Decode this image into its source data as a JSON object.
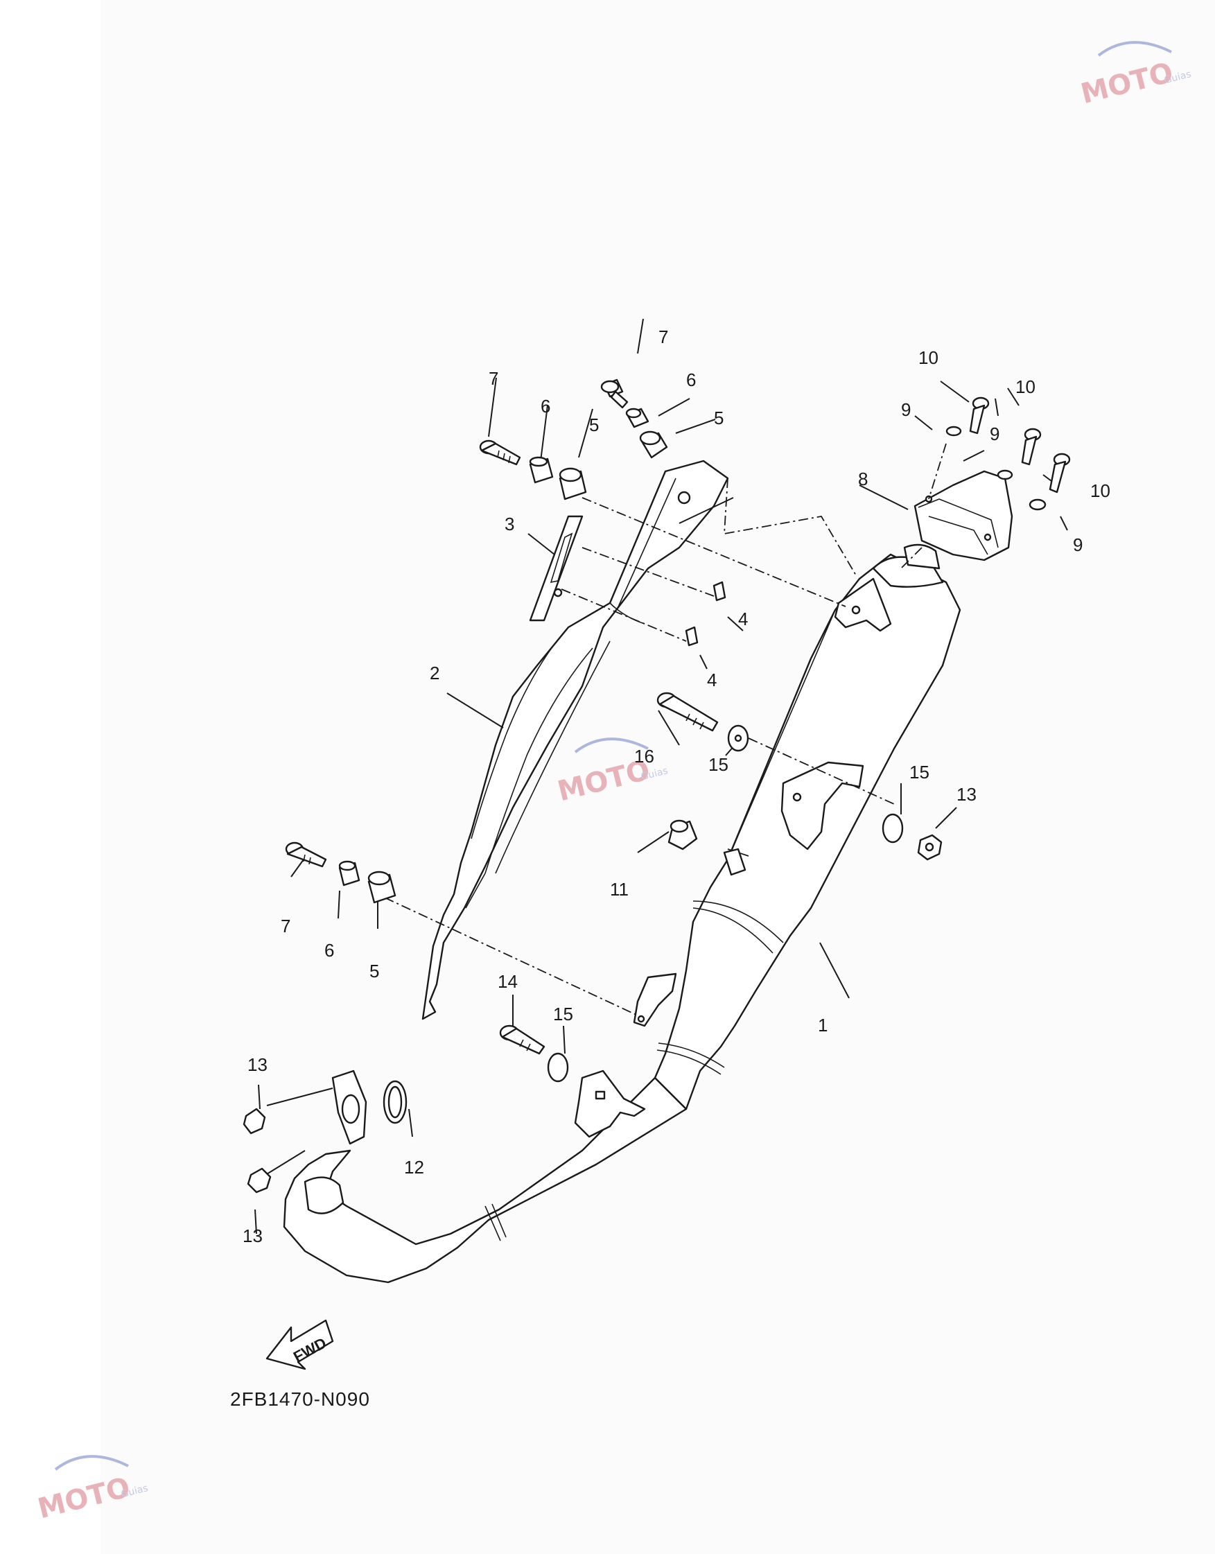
{
  "diagram": {
    "diagram_code": "2FB1470-N090",
    "fwd_label": "FWD",
    "watermark_brand": "MOTO",
    "watermark_suffix": "Guias",
    "callouts": [
      {
        "id": "c1",
        "text": "1"
      },
      {
        "id": "c2",
        "text": "2"
      },
      {
        "id": "c3",
        "text": "3"
      },
      {
        "id": "c4a",
        "text": "4"
      },
      {
        "id": "c4b",
        "text": "4"
      },
      {
        "id": "c5a",
        "text": "5"
      },
      {
        "id": "c5b",
        "text": "5"
      },
      {
        "id": "c5c",
        "text": "5"
      },
      {
        "id": "c6a",
        "text": "6"
      },
      {
        "id": "c6b",
        "text": "6"
      },
      {
        "id": "c6c",
        "text": "6"
      },
      {
        "id": "c7a",
        "text": "7"
      },
      {
        "id": "c7b",
        "text": "7"
      },
      {
        "id": "c7c",
        "text": "7"
      },
      {
        "id": "c8",
        "text": "8"
      },
      {
        "id": "c9a",
        "text": "9"
      },
      {
        "id": "c9b",
        "text": "9"
      },
      {
        "id": "c9c",
        "text": "9"
      },
      {
        "id": "c10a",
        "text": "10"
      },
      {
        "id": "c10b",
        "text": "10"
      },
      {
        "id": "c10c",
        "text": "10"
      },
      {
        "id": "c11",
        "text": "11"
      },
      {
        "id": "c12",
        "text": "12"
      },
      {
        "id": "c13a",
        "text": "13"
      },
      {
        "id": "c13b",
        "text": "13"
      },
      {
        "id": "c13c",
        "text": "13"
      },
      {
        "id": "c14",
        "text": "14"
      },
      {
        "id": "c15a",
        "text": "15"
      },
      {
        "id": "c15b",
        "text": "15"
      },
      {
        "id": "c15c",
        "text": "15"
      },
      {
        "id": "c16",
        "text": "16"
      }
    ]
  }
}
